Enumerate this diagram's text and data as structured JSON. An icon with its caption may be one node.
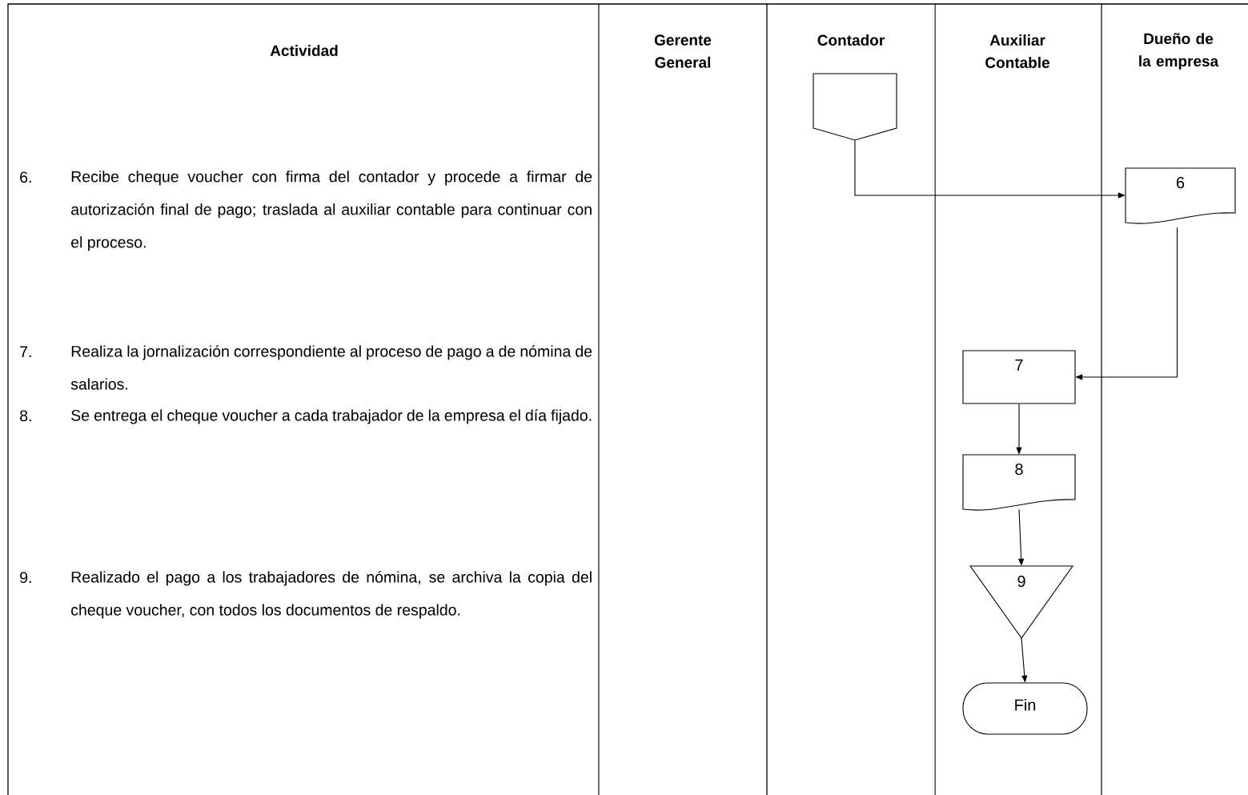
{
  "diagram": {
    "nodes": [
      {
        "text": [],
        "shape": "pentagon"
      },
      {
        "text": [
          "6"
        ]
      },
      {
        "text": [
          "7"
        ]
      },
      {
        "text": [
          "8"
        ]
      },
      {
        "text": [
          "9"
        ]
      },
      {
        "text": [
          "Fin"
        ]
      }
    ],
    "edges": [
      {
        "from": 0,
        "to": 1,
        "arrow": "to"
      },
      {
        "from": 1,
        "to": 2,
        "arrow": "to"
      },
      {
        "from": 2,
        "to": 3,
        "arrow": "to"
      },
      {
        "from": 3,
        "to": 4,
        "arrow": "to"
      },
      {
        "from": 4,
        "to": 5,
        "arrow": "to"
      }
    ],
    "labels": [
      "Actividad",
      "Gerente General",
      "Contador",
      "Auxiliar Contable",
      "Dueño de la empresa",
      "6.",
      "Recibe cheque voucher con firma del contador y procede a firmar de autorización final de pago; traslada al auxiliar contable para continuar con el proceso.",
      "7.",
      "Realiza la jornalización correspondiente al proceso de pago a de nómina de salarios.",
      "8.",
      "Se entrega el cheque voucher a cada trabajador de la empresa el día fijado.",
      "9.",
      "Realizado el pago a los trabajadores de nómina, se archiva la copia del cheque voucher, con todos los documentos de respaldo."
    ]
  }
}
